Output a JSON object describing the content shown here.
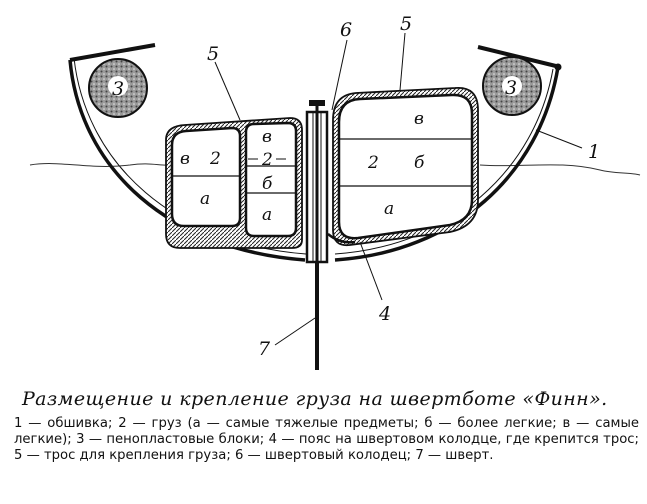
{
  "labels": {
    "lining": "1",
    "cargo": "2",
    "foam_block": "3",
    "belt": "4",
    "cable": "5",
    "centerboard_trunk": "6",
    "centerboard": "7",
    "heavy": "а",
    "lighter": "б",
    "lightest": "в"
  },
  "caption": {
    "title": "Размещение и крепление груза на швертботе «Финн».",
    "body": "1 — обшивка; 2 — груз (а — самые тяжелые предметы; б — более легкие; в — самые легкие); 3 — пенопластовые блоки; 4 — пояс на швертовом колодце, где крепится трос; 5 — трос для крепления груза; 6 — швертовый колодец; 7 — шверт."
  }
}
